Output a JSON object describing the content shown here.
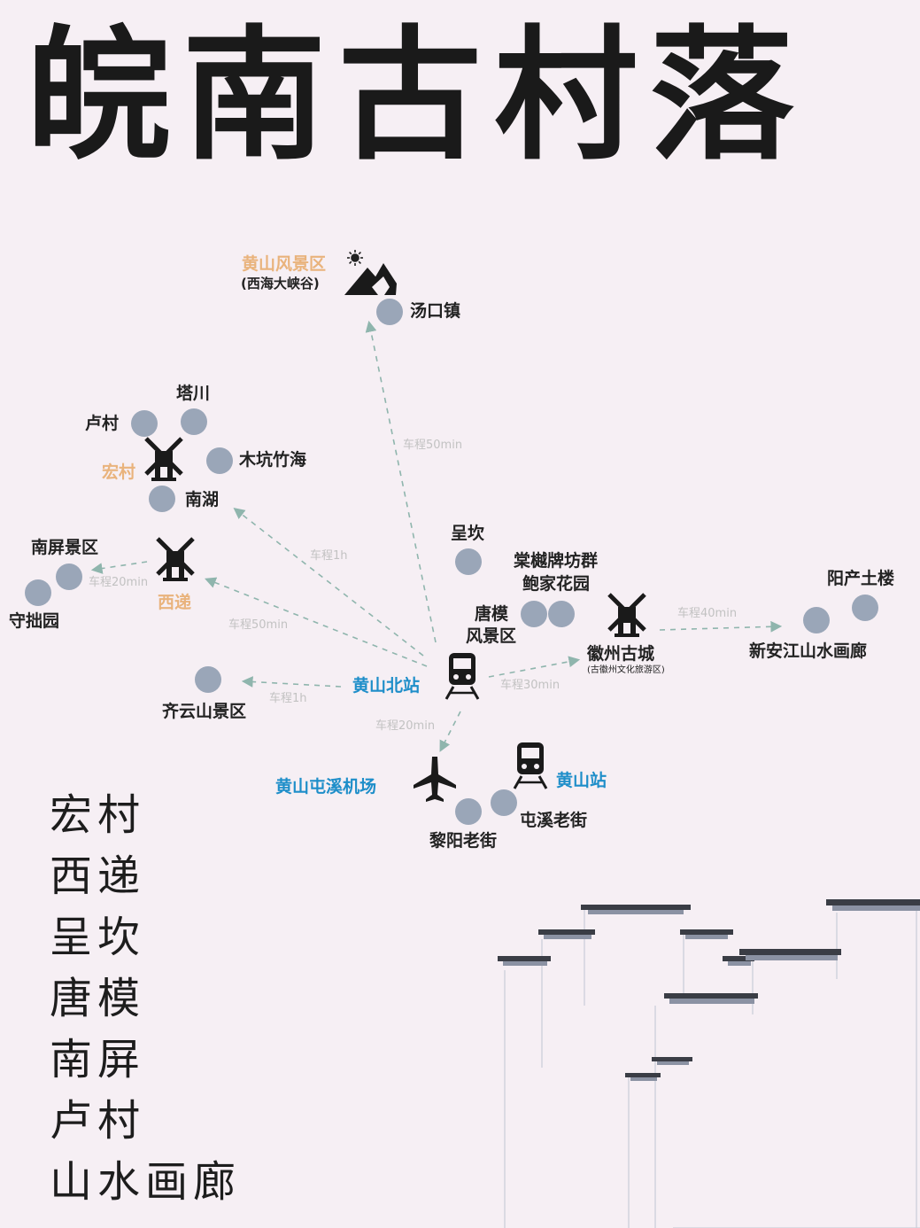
{
  "title": "皖南古村落",
  "places": {
    "huangshan_scenic": "黄山风景区",
    "xihai": "(西海大峡谷)",
    "tangkou": "汤口镇",
    "tachuan": "塔川",
    "lucun": "卢村",
    "hongcun": "宏村",
    "mukeng": "木坑竹海",
    "nanhu": "南湖",
    "nanping": "南屏景区",
    "xidi": "西递",
    "shouzhuo": "守拙园",
    "chengkan": "呈坎",
    "tangyue_1": "唐模",
    "tangyue_2": "风景区",
    "paifang": "棠樾牌坊群",
    "baojia": "鲍家花园",
    "huizhou": "徽州古城",
    "huizhou_sub": "(古徽州文化旅游区)",
    "yangchan": "阳产土楼",
    "xinanjiang": "新安江山水画廊",
    "north_station": "黄山北站",
    "qiyun": "齐云山景区",
    "airport": "黄山屯溪机场",
    "huangshan_station": "黄山站",
    "tunxi_street": "屯溪老街",
    "liyang_street": "黎阳老街"
  },
  "durations": {
    "to_huangshan": "车程50min",
    "to_hongcun": "车程1h",
    "to_xidi": "车程50min",
    "xidi_to_nanping": "车程20min",
    "to_qiyun": "车程1h",
    "to_huizhou": "车程30min",
    "huizhou_to_xinanjiang": "车程40min",
    "to_airport": "车程20min"
  },
  "icons": {
    "sun": "sun-icon",
    "mountain": "mountain-icon",
    "village": "windmill-icon",
    "train": "train-icon",
    "plane": "airplane-icon",
    "houses": "huizhou-architecture-illustration"
  },
  "colors": {
    "background": "#f6eff4",
    "dot": "#9aa6b8",
    "village_label": "#e9b37c",
    "transport_label": "#1e8ec9",
    "route": "#8fb5ad"
  },
  "village_list": [
    "宏村",
    "西递",
    "呈坎",
    "唐模",
    "南屏",
    "卢村",
    "山水画廊"
  ]
}
